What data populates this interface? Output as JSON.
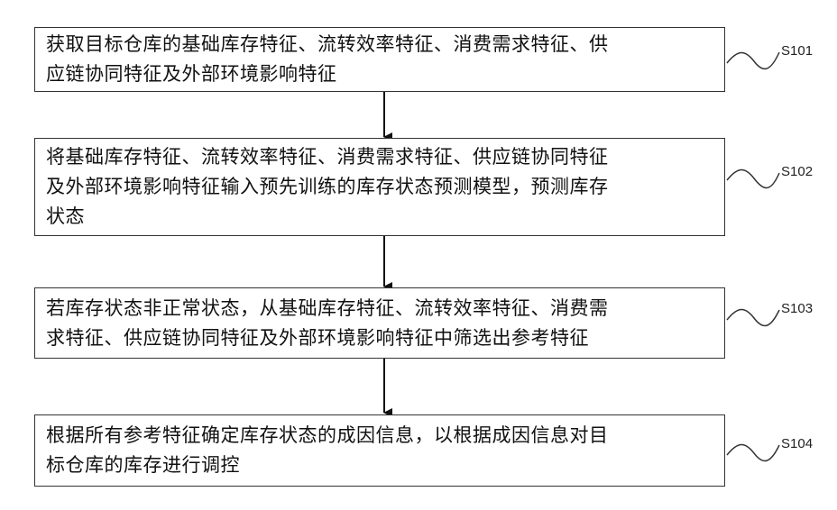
{
  "steps": [
    {
      "id": "S101",
      "text": "获取目标仓库的基础库存特征、流转效率特征、消费需求特征、供\n应链协同特征及外部环境影响特征"
    },
    {
      "id": "S102",
      "text": "将基础库存特征、流转效率特征、消费需求特征、供应链协同特征\n及外部环境影响特征输入预先训练的库存状态预测模型，预测库存\n状态"
    },
    {
      "id": "S103",
      "text": "若库存状态非正常状态，从基础库存特征、流转效率特征、消费需\n求特征、供应链协同特征及外部环境影响特征中筛选出参考特征"
    },
    {
      "id": "S104",
      "text": "根据所有参考特征确定库存状态的成因信息，以根据成因信息对目\n标仓库的库存进行调控"
    }
  ]
}
